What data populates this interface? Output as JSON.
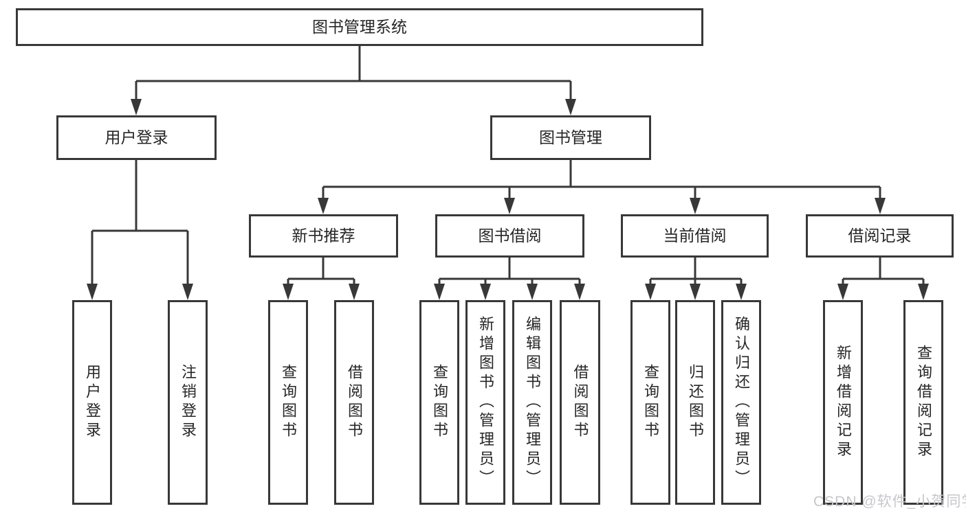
{
  "diagram": {
    "type": "org-structure-chart",
    "colors": {
      "line": "#383838",
      "box_background": "#ffffff",
      "text": "#262626",
      "watermark": "#c7c7cc"
    },
    "tree": {
      "root": {
        "label": "图书管理系统",
        "children": [
          {
            "label": "用户登录",
            "children": [
              {
                "label": "用户登录"
              },
              {
                "label": "注销登录"
              }
            ]
          },
          {
            "label": "图书管理",
            "children": [
              {
                "label": "新书推荐",
                "children": [
                  {
                    "label": "查询图书"
                  },
                  {
                    "label": "借阅图书"
                  }
                ]
              },
              {
                "label": "图书借阅",
                "children": [
                  {
                    "label": "查询图书"
                  },
                  {
                    "label": "新增图书（管理员）"
                  },
                  {
                    "label": "编辑图书（管理员）"
                  },
                  {
                    "label": "借阅图书"
                  }
                ]
              },
              {
                "label": "当前借阅",
                "children": [
                  {
                    "label": "查询图书"
                  },
                  {
                    "label": "归还图书"
                  },
                  {
                    "label": "确认归还（管理员）"
                  }
                ]
              },
              {
                "label": "借阅记录",
                "children": [
                  {
                    "label": "新增借阅记录"
                  },
                  {
                    "label": "查询借阅记录"
                  }
                ]
              }
            ]
          }
        ]
      }
    }
  },
  "watermark": {
    "text": "CSDN @软件_小贺同学"
  }
}
